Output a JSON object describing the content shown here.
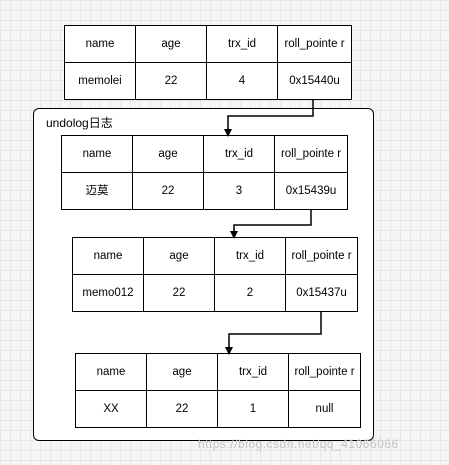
{
  "group": {
    "label": "undolog日志"
  },
  "columns": [
    "name",
    "age",
    "trx_id",
    "roll_pointer"
  ],
  "records": [
    {
      "header": [
        "name",
        "age",
        "trx_id",
        "roll_pointe r"
      ],
      "values": [
        "memolei",
        "22",
        "4",
        "0x15440u"
      ]
    },
    {
      "header": [
        "name",
        "age",
        "trx_id",
        "roll_pointe r"
      ],
      "values": [
        "迈莫",
        "22",
        "3",
        "0x15439u"
      ]
    },
    {
      "header": [
        "name",
        "age",
        "trx_id",
        "roll_pointe r"
      ],
      "values": [
        "memo012",
        "22",
        "2",
        "0x15437u"
      ]
    },
    {
      "header": [
        "name",
        "age",
        "trx_id",
        "roll_pointe r"
      ],
      "values": [
        "XX",
        "22",
        "1",
        "null"
      ]
    }
  ],
  "watermark": "https://blog.csdn.net/qq_41066066"
}
